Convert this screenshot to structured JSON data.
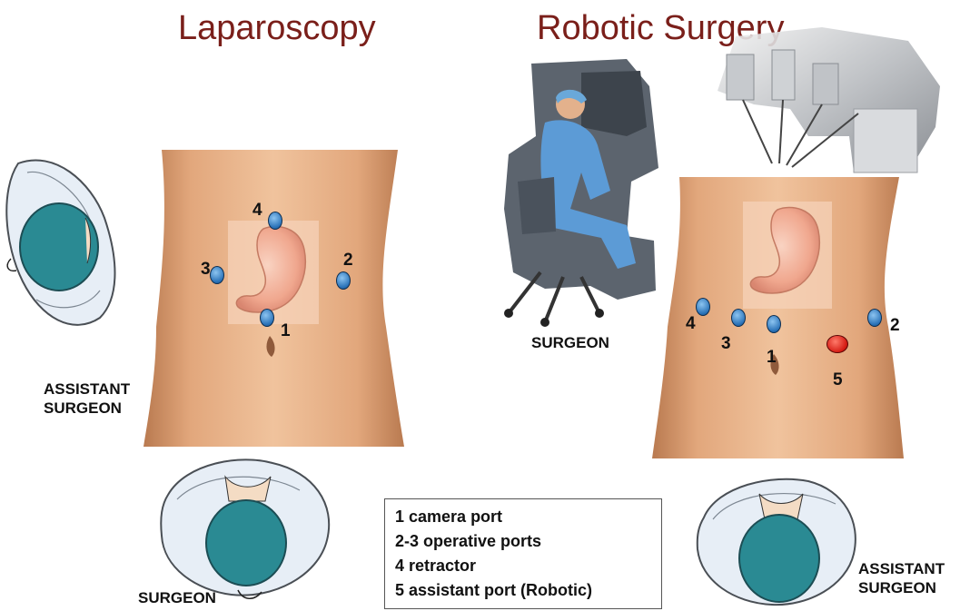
{
  "titles": {
    "left": "Laparoscopy",
    "right": "Robotic Surgery"
  },
  "labels": {
    "assistant_left": "ASSISTANT\nSURGEON",
    "surgeon_bottom_left": "SURGEON",
    "surgeon_console": "SURGEON",
    "assistant_right": "ASSISTANT\nSURGEON"
  },
  "laparoscopy_ports": [
    "4",
    "3",
    "2",
    "1"
  ],
  "robotic_ports": [
    "4",
    "3",
    "1",
    "5",
    "2"
  ],
  "legend": [
    "1 camera port",
    "2-3 operative ports",
    "4 retractor",
    "5 assistant port (Robotic)"
  ],
  "colors": {
    "title": "#7a1f1a",
    "skin": "#e8b48c",
    "port_blue": "#2a72b8",
    "port_red": "#d41a12",
    "head_cover": "#2a8a93",
    "gown": "#5a8ec8"
  }
}
